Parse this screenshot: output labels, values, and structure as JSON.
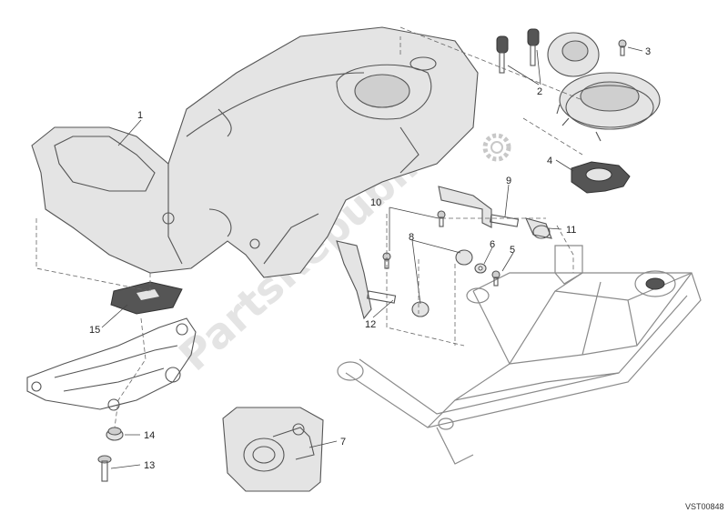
{
  "callouts": [
    {
      "label": "1"
    },
    {
      "label": "2"
    },
    {
      "label": "3"
    },
    {
      "label": "4"
    },
    {
      "label": "5"
    },
    {
      "label": "6"
    },
    {
      "label": "7"
    },
    {
      "label": "8"
    },
    {
      "label": "9"
    },
    {
      "label": "10"
    },
    {
      "label": "11"
    },
    {
      "label": "12"
    },
    {
      "label": "13"
    },
    {
      "label": "14"
    },
    {
      "label": "15"
    }
  ],
  "watermark": "PartsRepublik",
  "drawing_code": "VST00848",
  "colors": {
    "line": "#555555",
    "shade": "#e4e4e4",
    "watermark": "#cfcfcf"
  }
}
